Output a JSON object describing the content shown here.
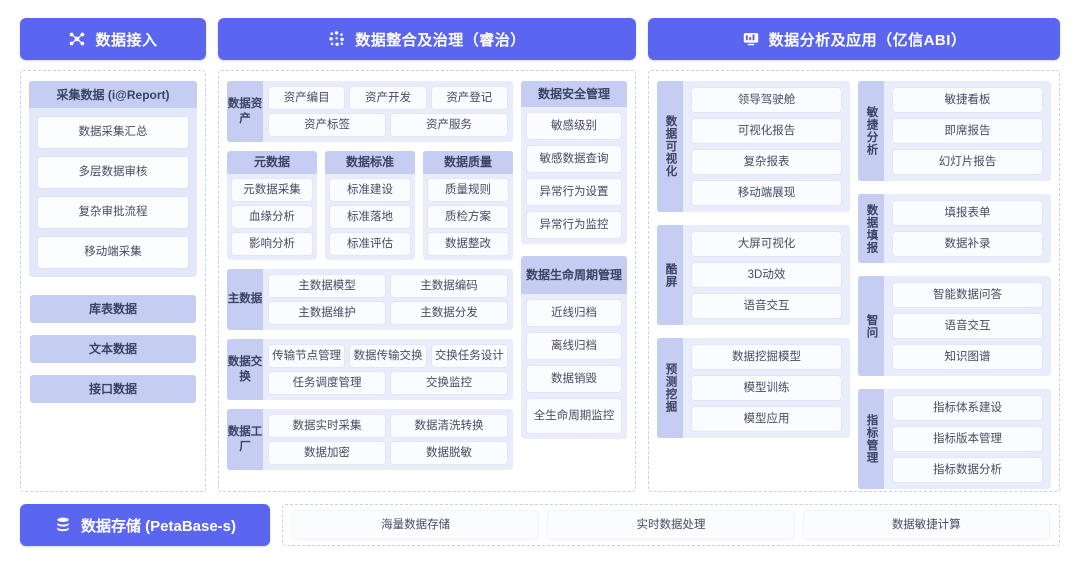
{
  "headers": [
    {
      "icon": "data-nodes-icon",
      "label": "数据接入"
    },
    {
      "icon": "data-dots-icon",
      "label": "数据整合及治理（睿治）"
    },
    {
      "icon": "monitor-icon",
      "label": "数据分析及应用（亿信ABI）"
    }
  ],
  "left_panel": {
    "collect": {
      "title": "采集数据 (i@Report)",
      "items": [
        "数据采集汇总",
        "多层数据审核",
        "复杂审批流程",
        "移动端采集"
      ]
    },
    "sources": [
      "库表数据",
      "文本数据",
      "接口数据"
    ]
  },
  "middle_panel": {
    "groups": [
      {
        "name": "数据资产",
        "rows": [
          [
            "资产编目",
            "资产开发",
            "资产登记"
          ],
          [
            "资产标签",
            "资产服务"
          ]
        ]
      },
      {
        "name": "主数据",
        "rows": [
          [
            "主数据模型",
            "主数据编码"
          ],
          [
            "主数据维护",
            "主数据分发"
          ]
        ]
      },
      {
        "name": "数据交换",
        "rows": [
          [
            "传输节点管理",
            "数据传输交换",
            "交换任务设计"
          ],
          [
            "任务调度管理",
            "交换监控"
          ]
        ]
      },
      {
        "name": "数据工厂",
        "rows": [
          [
            "数据实时采集",
            "数据清洗转换"
          ],
          [
            "数据加密",
            "数据脱敏"
          ]
        ]
      }
    ],
    "triple": [
      {
        "title": "元数据",
        "items": [
          "元数据采集",
          "血缘分析",
          "影响分析"
        ]
      },
      {
        "title": "数据标准",
        "items": [
          "标准建设",
          "标准落地",
          "标准评估"
        ]
      },
      {
        "title": "数据质量",
        "items": [
          "质量规则",
          "质检方案",
          "数据整改"
        ]
      }
    ],
    "side_cards": [
      {
        "title": "数据安全管理",
        "items": [
          "敏感级别",
          "敏感数据查询",
          "异常行为设置",
          "异常行为监控"
        ]
      },
      {
        "title": "数据生命周期管理",
        "items": [
          "近线归档",
          "离线归档",
          "数据销毁",
          "全生命周期监控"
        ]
      }
    ]
  },
  "right_panel": {
    "col_left": [
      {
        "name": "数据可视化",
        "items": [
          "领导驾驶舱",
          "可视化报告",
          "复杂报表",
          "移动端展现"
        ]
      },
      {
        "name": "酷屏",
        "items": [
          "大屏可视化",
          "3D动效",
          "语音交互"
        ]
      },
      {
        "name": "预测挖掘",
        "items": [
          "数据挖掘模型",
          "模型训练",
          "模型应用"
        ]
      }
    ],
    "col_right": [
      {
        "name": "敏捷分析",
        "items": [
          "敏捷看板",
          "即席报告",
          "幻灯片报告"
        ]
      },
      {
        "name": "数据填报",
        "items": [
          "填报表单",
          "数据补录"
        ]
      },
      {
        "name": "智问",
        "items": [
          "智能数据问答",
          "语音交互",
          "知识图谱"
        ]
      },
      {
        "name": "指标管理",
        "items": [
          "指标体系建设",
          "指标版本管理",
          "指标数据分析"
        ]
      }
    ]
  },
  "bottom": {
    "icon": "database-icon",
    "label": "数据存储 (PetaBase-s)",
    "items": [
      "海量数据存储",
      "实时数据处理",
      "数据敏捷计算"
    ]
  },
  "colors": {
    "accent": "#5a66f0",
    "cap": "#c6cdf2",
    "soft": "#e9ecfb",
    "tile": "#fbfcff",
    "dash": "#c9cfe6",
    "text": "#3d4458"
  }
}
